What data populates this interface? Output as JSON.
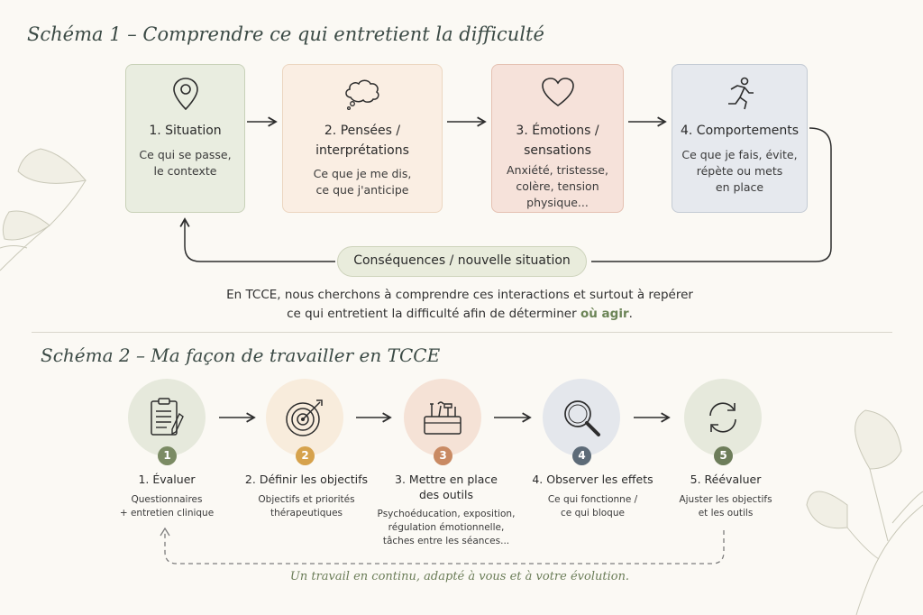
{
  "schema1": {
    "title": "Schéma 1 – Comprendre ce qui entretient la difficulté",
    "boxes": [
      {
        "title": "1. Situation",
        "desc": "Ce qui se passe,\nle contexte",
        "icon": "location-pin-icon",
        "color": "#e9ede0"
      },
      {
        "title": "2. Pensées /\ninterprétations",
        "desc": "Ce que je me dis,\nce que j'anticipe",
        "icon": "thought-cloud-icon",
        "color": "#faeee3"
      },
      {
        "title": "3. Émotions /\nsensations",
        "desc": "Anxiété, tristesse,\ncolère, tension\nphysique...",
        "icon": "heart-icon",
        "color": "#f6e2da"
      },
      {
        "title": "4. Comportements",
        "desc": "Ce que je fais, évite,\nrépète ou mets\nen place",
        "icon": "running-person-icon",
        "color": "#e6e9ee"
      }
    ],
    "loop_label": "Conséquences / nouvelle situation",
    "note_line1": "En TCCE, nous cherchons à comprendre ces interactions et surtout à repérer",
    "note_line2_pre": "ce qui entretient la difficulté afin de déterminer ",
    "note_line2_em": "où agir",
    "note_line2_post": "."
  },
  "schema2": {
    "title": "Schéma 2 – Ma façon de travailler en TCCE",
    "steps": [
      {
        "num": "1",
        "title": "1. Évaluer",
        "desc": "Questionnaires\n+ entretien clinique",
        "icon": "clipboard-icon",
        "circle": "#e6e9dc",
        "badge": "#7b8b64"
      },
      {
        "num": "2",
        "title": "2. Définir les objectifs",
        "desc": "Objectifs et priorités\nthérapeutiques",
        "icon": "target-icon",
        "circle": "#f8ecdc",
        "badge": "#d6a24c"
      },
      {
        "num": "3",
        "title": "3. Mettre en place\ndes outils",
        "desc": "Psychoéducation, exposition,\nrégulation émotionnelle,\ntâches entre les séances...",
        "icon": "toolbox-icon",
        "circle": "#f5e2d6",
        "badge": "#c98a63"
      },
      {
        "num": "4",
        "title": "4. Observer les effets",
        "desc": "Ce qui fonctionne /\nce qui bloque",
        "icon": "magnifier-icon",
        "circle": "#e4e7ec",
        "badge": "#5d6b78"
      },
      {
        "num": "5",
        "title": "5. Réévaluer",
        "desc": "Ajuster les objectifs\net les outils",
        "icon": "cycle-arrows-icon",
        "circle": "#e6e9dc",
        "badge": "#6d7d5a"
      }
    ],
    "footer": "Un travail en continu, adapté à vous et à votre évolution."
  }
}
